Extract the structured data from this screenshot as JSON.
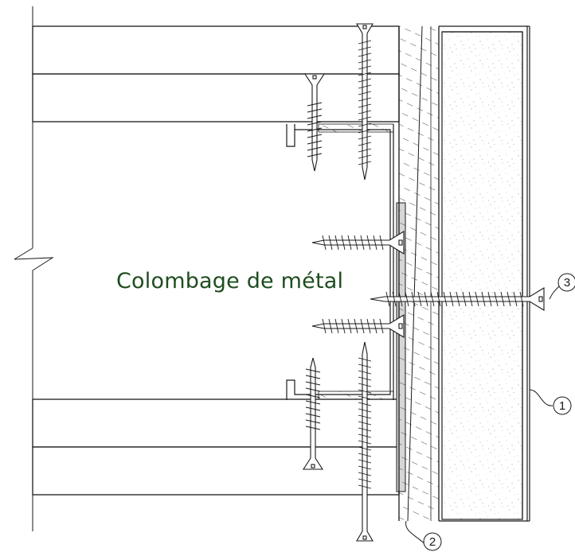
{
  "caption": "Colombage de métal",
  "callouts": [
    {
      "id": "1",
      "label": "1"
    },
    {
      "id": "2",
      "label": "2"
    },
    {
      "id": "3",
      "label": "3"
    }
  ],
  "colors": {
    "line": "#1a1a1a",
    "caption_text": "#1f4d1f",
    "board_fill": "#d6d6d6",
    "background": "#ffffff"
  },
  "icons": [
    "wood-screw-icon",
    "break-line-icon",
    "callout-leader-icon"
  ]
}
